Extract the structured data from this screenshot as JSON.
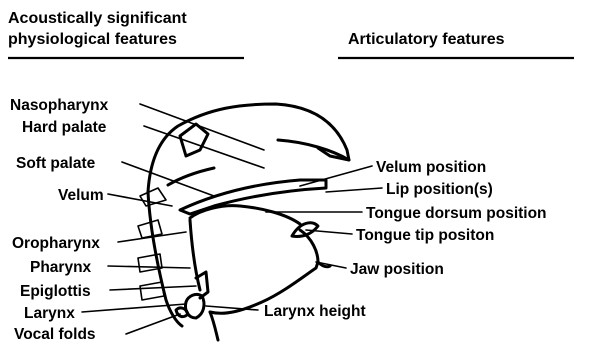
{
  "headers": {
    "left_line1": "Acoustically significant",
    "left_line2": "physiological  features",
    "right": "Articulatory  features"
  },
  "physiological_features": [
    "Nasopharynx",
    "Hard palate",
    "Soft palate",
    "Velum",
    "Oropharynx",
    "Pharynx",
    "Epiglottis",
    "Larynx",
    "Vocal folds"
  ],
  "articulatory_features": [
    "Velum position",
    "Lip position(s)",
    "Tongue dorsum position",
    "Tongue tip positon",
    "Jaw position",
    "Larynx height"
  ],
  "colors": {
    "ink": "#000000",
    "background": "#ffffff"
  }
}
